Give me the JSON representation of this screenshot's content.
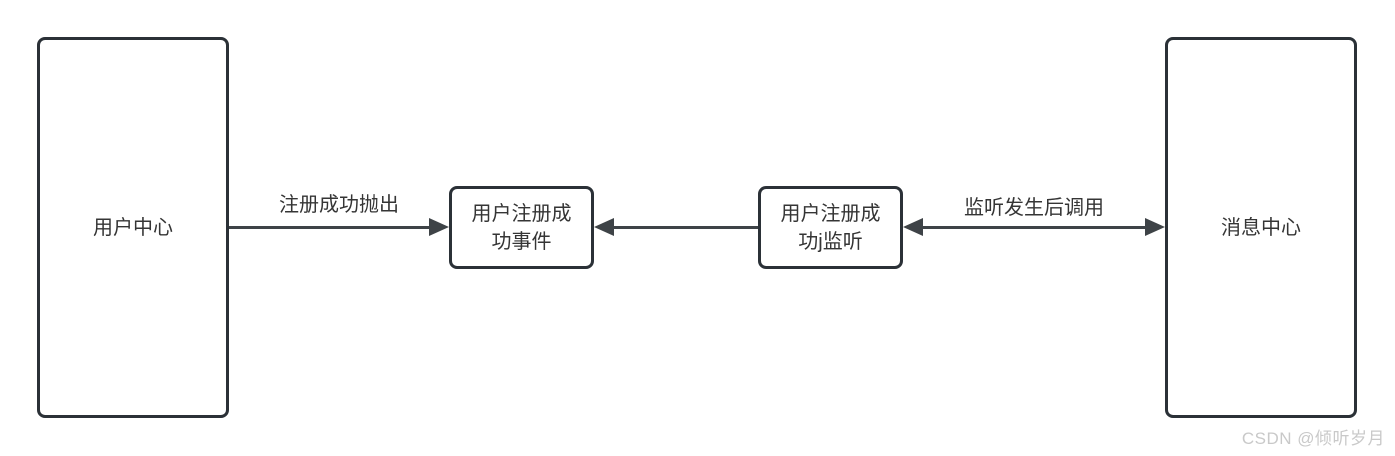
{
  "diagram": {
    "type": "flowchart",
    "nodes": [
      {
        "id": "user-center",
        "label": "用户中心"
      },
      {
        "id": "register-success-event",
        "label": "用户注册成\n功事件"
      },
      {
        "id": "register-success-listener",
        "label": "用户注册成\n功j监听"
      },
      {
        "id": "message-center",
        "label": "消息中心"
      }
    ],
    "edges": [
      {
        "from": "user-center",
        "to": "register-success-event",
        "label": "注册成功抛出",
        "direction": "right"
      },
      {
        "from": "register-success-listener",
        "to": "register-success-event",
        "label": "",
        "direction": "left"
      },
      {
        "from": "message-center",
        "to": "register-success-listener",
        "label": "监听发生后调用",
        "direction": "both"
      }
    ],
    "colors": {
      "node_border": "#2b3137",
      "arrow": "#3e4347",
      "text": "#353535",
      "watermark": "#c9c9c9",
      "background": "#ffffff"
    }
  },
  "watermark": {
    "text": "CSDN @倾听岁月"
  }
}
